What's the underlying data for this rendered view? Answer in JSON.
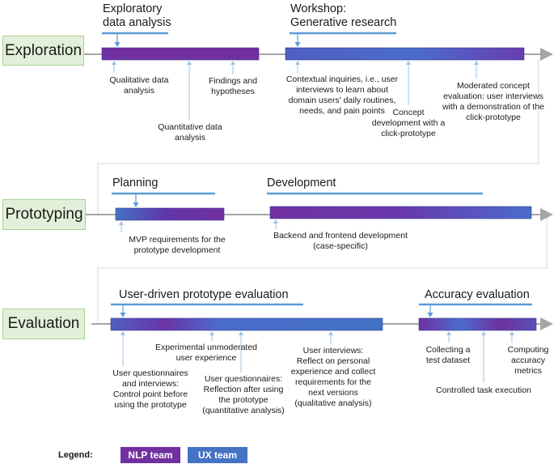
{
  "colors": {
    "nlp": "#7030a0",
    "ux": "#4472c4",
    "phase_fill": "#e2f0d9",
    "phase_border": "#a9d18e",
    "timeline": "#a6a6a6",
    "heading_line": "#5b9bd5",
    "annotation_line": "#9dc3e6"
  },
  "phases": {
    "exploration": "Exploration",
    "prototyping": "Prototyping",
    "evaluation": "Evaluation"
  },
  "headings": {
    "eda": "Exploratory data analysis",
    "workshop": "Workshop: Generative research",
    "planning": "Planning",
    "development": "Development",
    "user_eval": "User-driven prototype evaluation",
    "accuracy": "Accuracy evaluation"
  },
  "annotations": {
    "qualitative": "Qualitative data analysis",
    "quantitative": "Quantitative data analysis",
    "findings": "Findings and hypotheses",
    "contextual": "Contextual inquiries, i.e., user interviews to learn about domain users' daily routines, needs, and pain points",
    "concept_dev": "Concept development with a click-prototype",
    "moderated": "Moderated concept evaluation: user interviews with a demonstration of the click-prototype",
    "mvp": "MVP requirements for the prototype development",
    "backend": "Backend and frontend development (case-specific)",
    "questionnaires_before": "User questionnaires and interviews: Control point before using the prototype",
    "unmoderated": "Experimental unmoderated user experience",
    "questionnaires_after": "User questionnaires: Reflection after using the prototype (quantitative analysis)",
    "interviews_next": "User interviews: Reflect on personal experience and collect requirements for the next versions (qualitative analysis)",
    "test_dataset": "Collecting a test dataset",
    "controlled": "Controlled task execution",
    "metrics": "Computing accuracy metrics"
  },
  "legend": {
    "title": "Legend:",
    "nlp": "NLP team",
    "ux": "UX team"
  }
}
